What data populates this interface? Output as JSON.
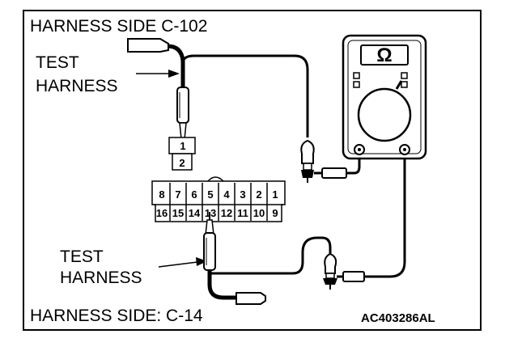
{
  "labels": {
    "top_connector": "HARNESS SIDE C-102",
    "bottom_connector": "HARNESS SIDE: C-14",
    "test_harness_top_line1": "TEST",
    "test_harness_top_line2": "HARNESS",
    "test_harness_bottom_line1": "TEST",
    "test_harness_bottom_line2": "HARNESS",
    "figure_code": "AC403286AL"
  },
  "c102_pins": [
    "1",
    "2"
  ],
  "c14_pins_top": [
    "8",
    "7",
    "6",
    "5",
    "4",
    "3",
    "2",
    "1"
  ],
  "c14_pins_bottom": [
    "16",
    "15",
    "14",
    "13",
    "12",
    "11",
    "10",
    "9"
  ],
  "meter": {
    "display": "Ω"
  }
}
